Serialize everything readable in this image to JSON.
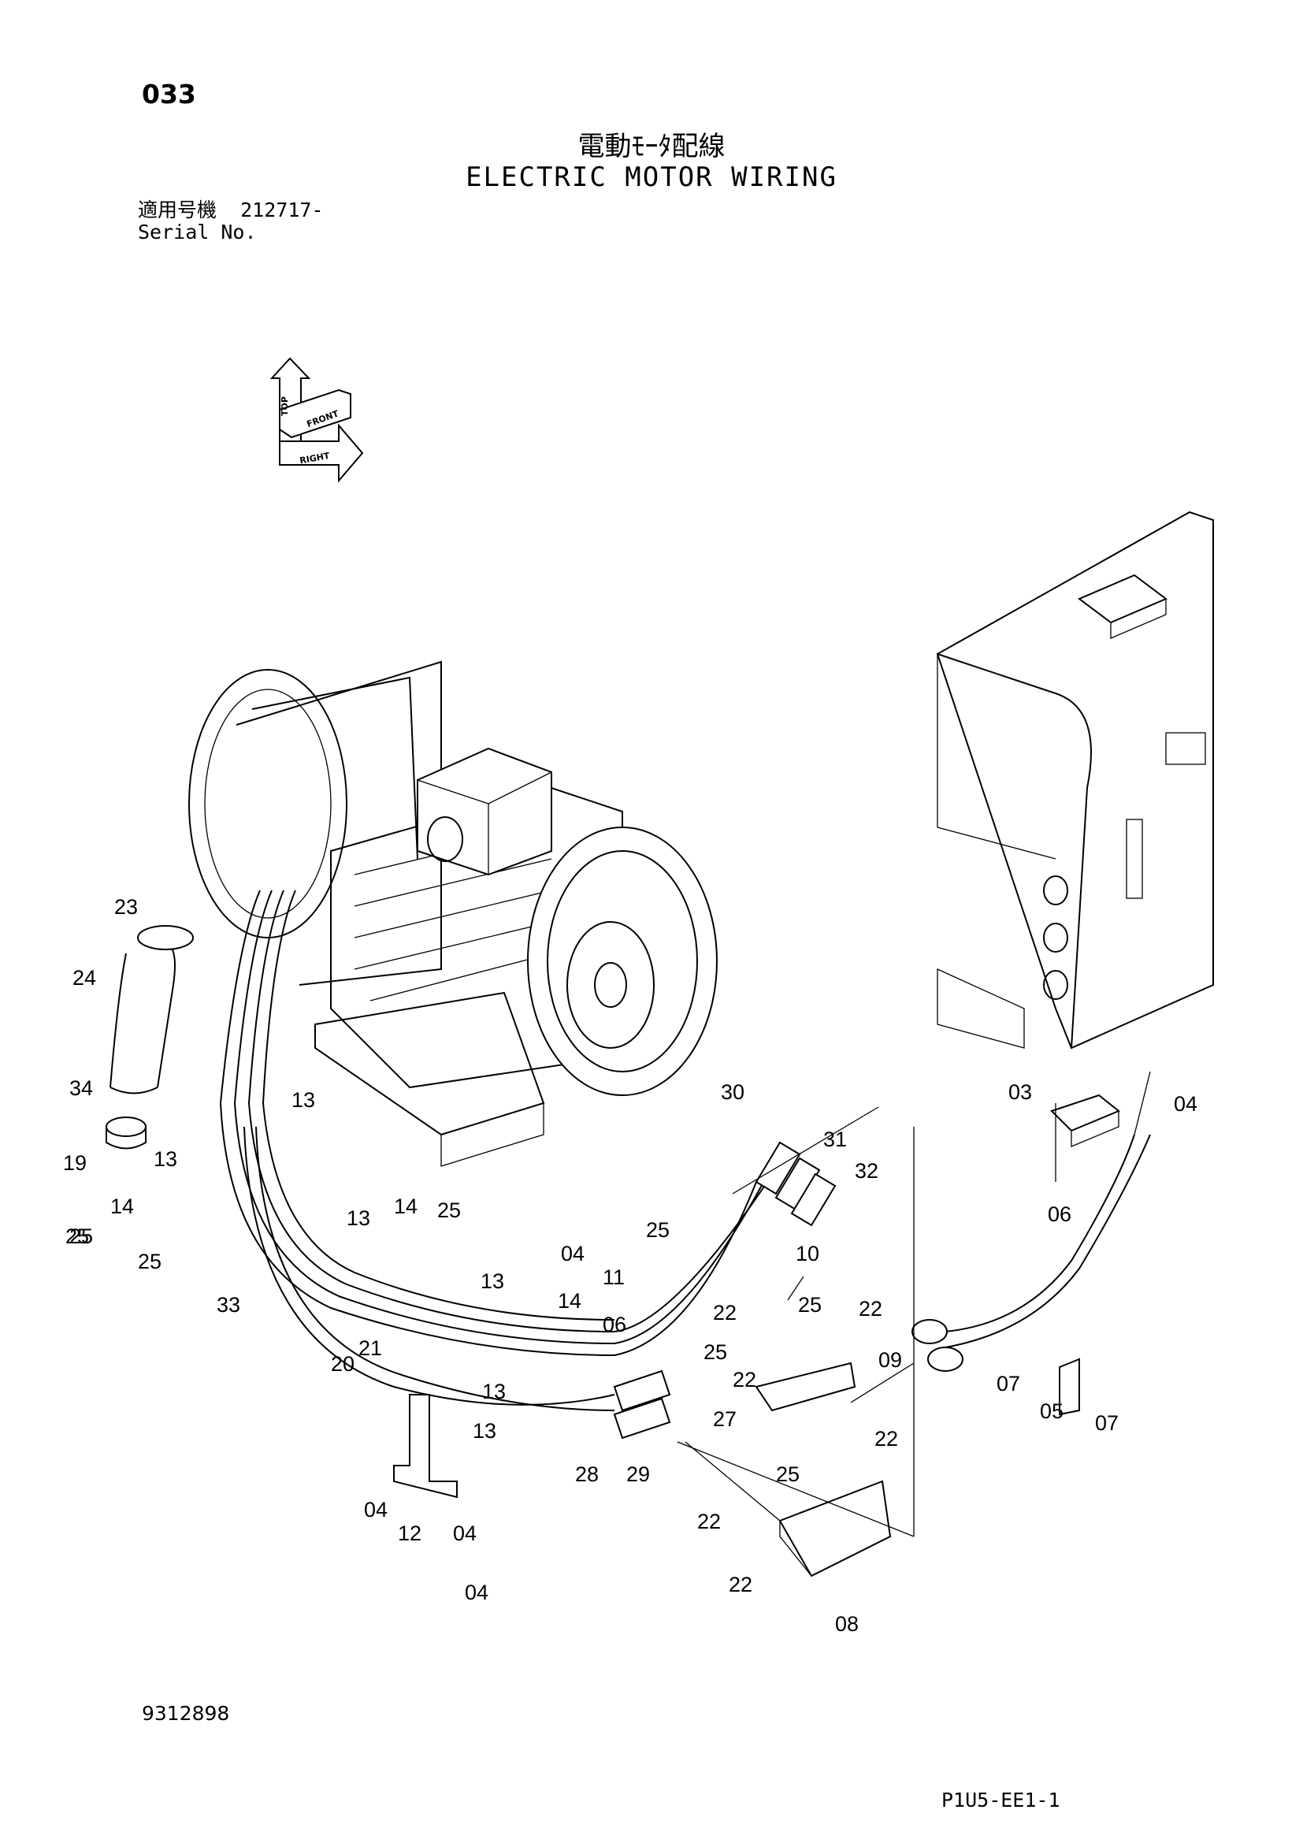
{
  "header": {
    "page_number": "033",
    "title_jp": "電動ﾓｰﾀ配線",
    "title_en": "ELECTRIC MOTOR WIRING",
    "serial_label_jp": "適用号機",
    "serial_value": "212717-",
    "serial_label_en": "Serial No."
  },
  "orientation": {
    "top": "TOP",
    "front": "FRONT",
    "right": "RIGHT"
  },
  "callouts": [
    "03",
    "04",
    "04",
    "04",
    "04",
    "04",
    "05",
    "06",
    "06",
    "07",
    "07",
    "08",
    "09",
    "10",
    "11",
    "12",
    "13",
    "13",
    "13",
    "13",
    "13",
    "13",
    "14",
    "14",
    "14",
    "19",
    "20",
    "21",
    "22",
    "22",
    "22",
    "22",
    "22",
    "22",
    "23",
    "24",
    "25",
    "25",
    "25",
    "25",
    "25",
    "25",
    "25",
    "25",
    "27",
    "28",
    "29",
    "30",
    "31",
    "32",
    "33",
    "34"
  ],
  "footer": {
    "document_number": "9312898",
    "reference_code": "P1U5-EE1-1"
  }
}
